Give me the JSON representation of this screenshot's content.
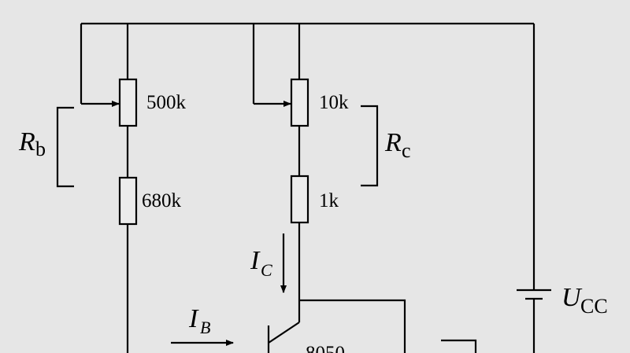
{
  "resistors": {
    "pot_b": "500k",
    "r_b": "680k",
    "pot_c": "10k",
    "r_c": "1k"
  },
  "labels": {
    "rb_main": "R",
    "rb_sub": "b",
    "rc_main": "R",
    "rc_sub": "c",
    "ic_main": "I",
    "ic_sub": "C",
    "ib_main": "I",
    "ib_sub": "B",
    "ucc_main": "U",
    "ucc_sub": "CC"
  },
  "transistor": {
    "model": "8050"
  },
  "colors": {
    "background": "#e6e6e6",
    "lines": "#000000"
  }
}
